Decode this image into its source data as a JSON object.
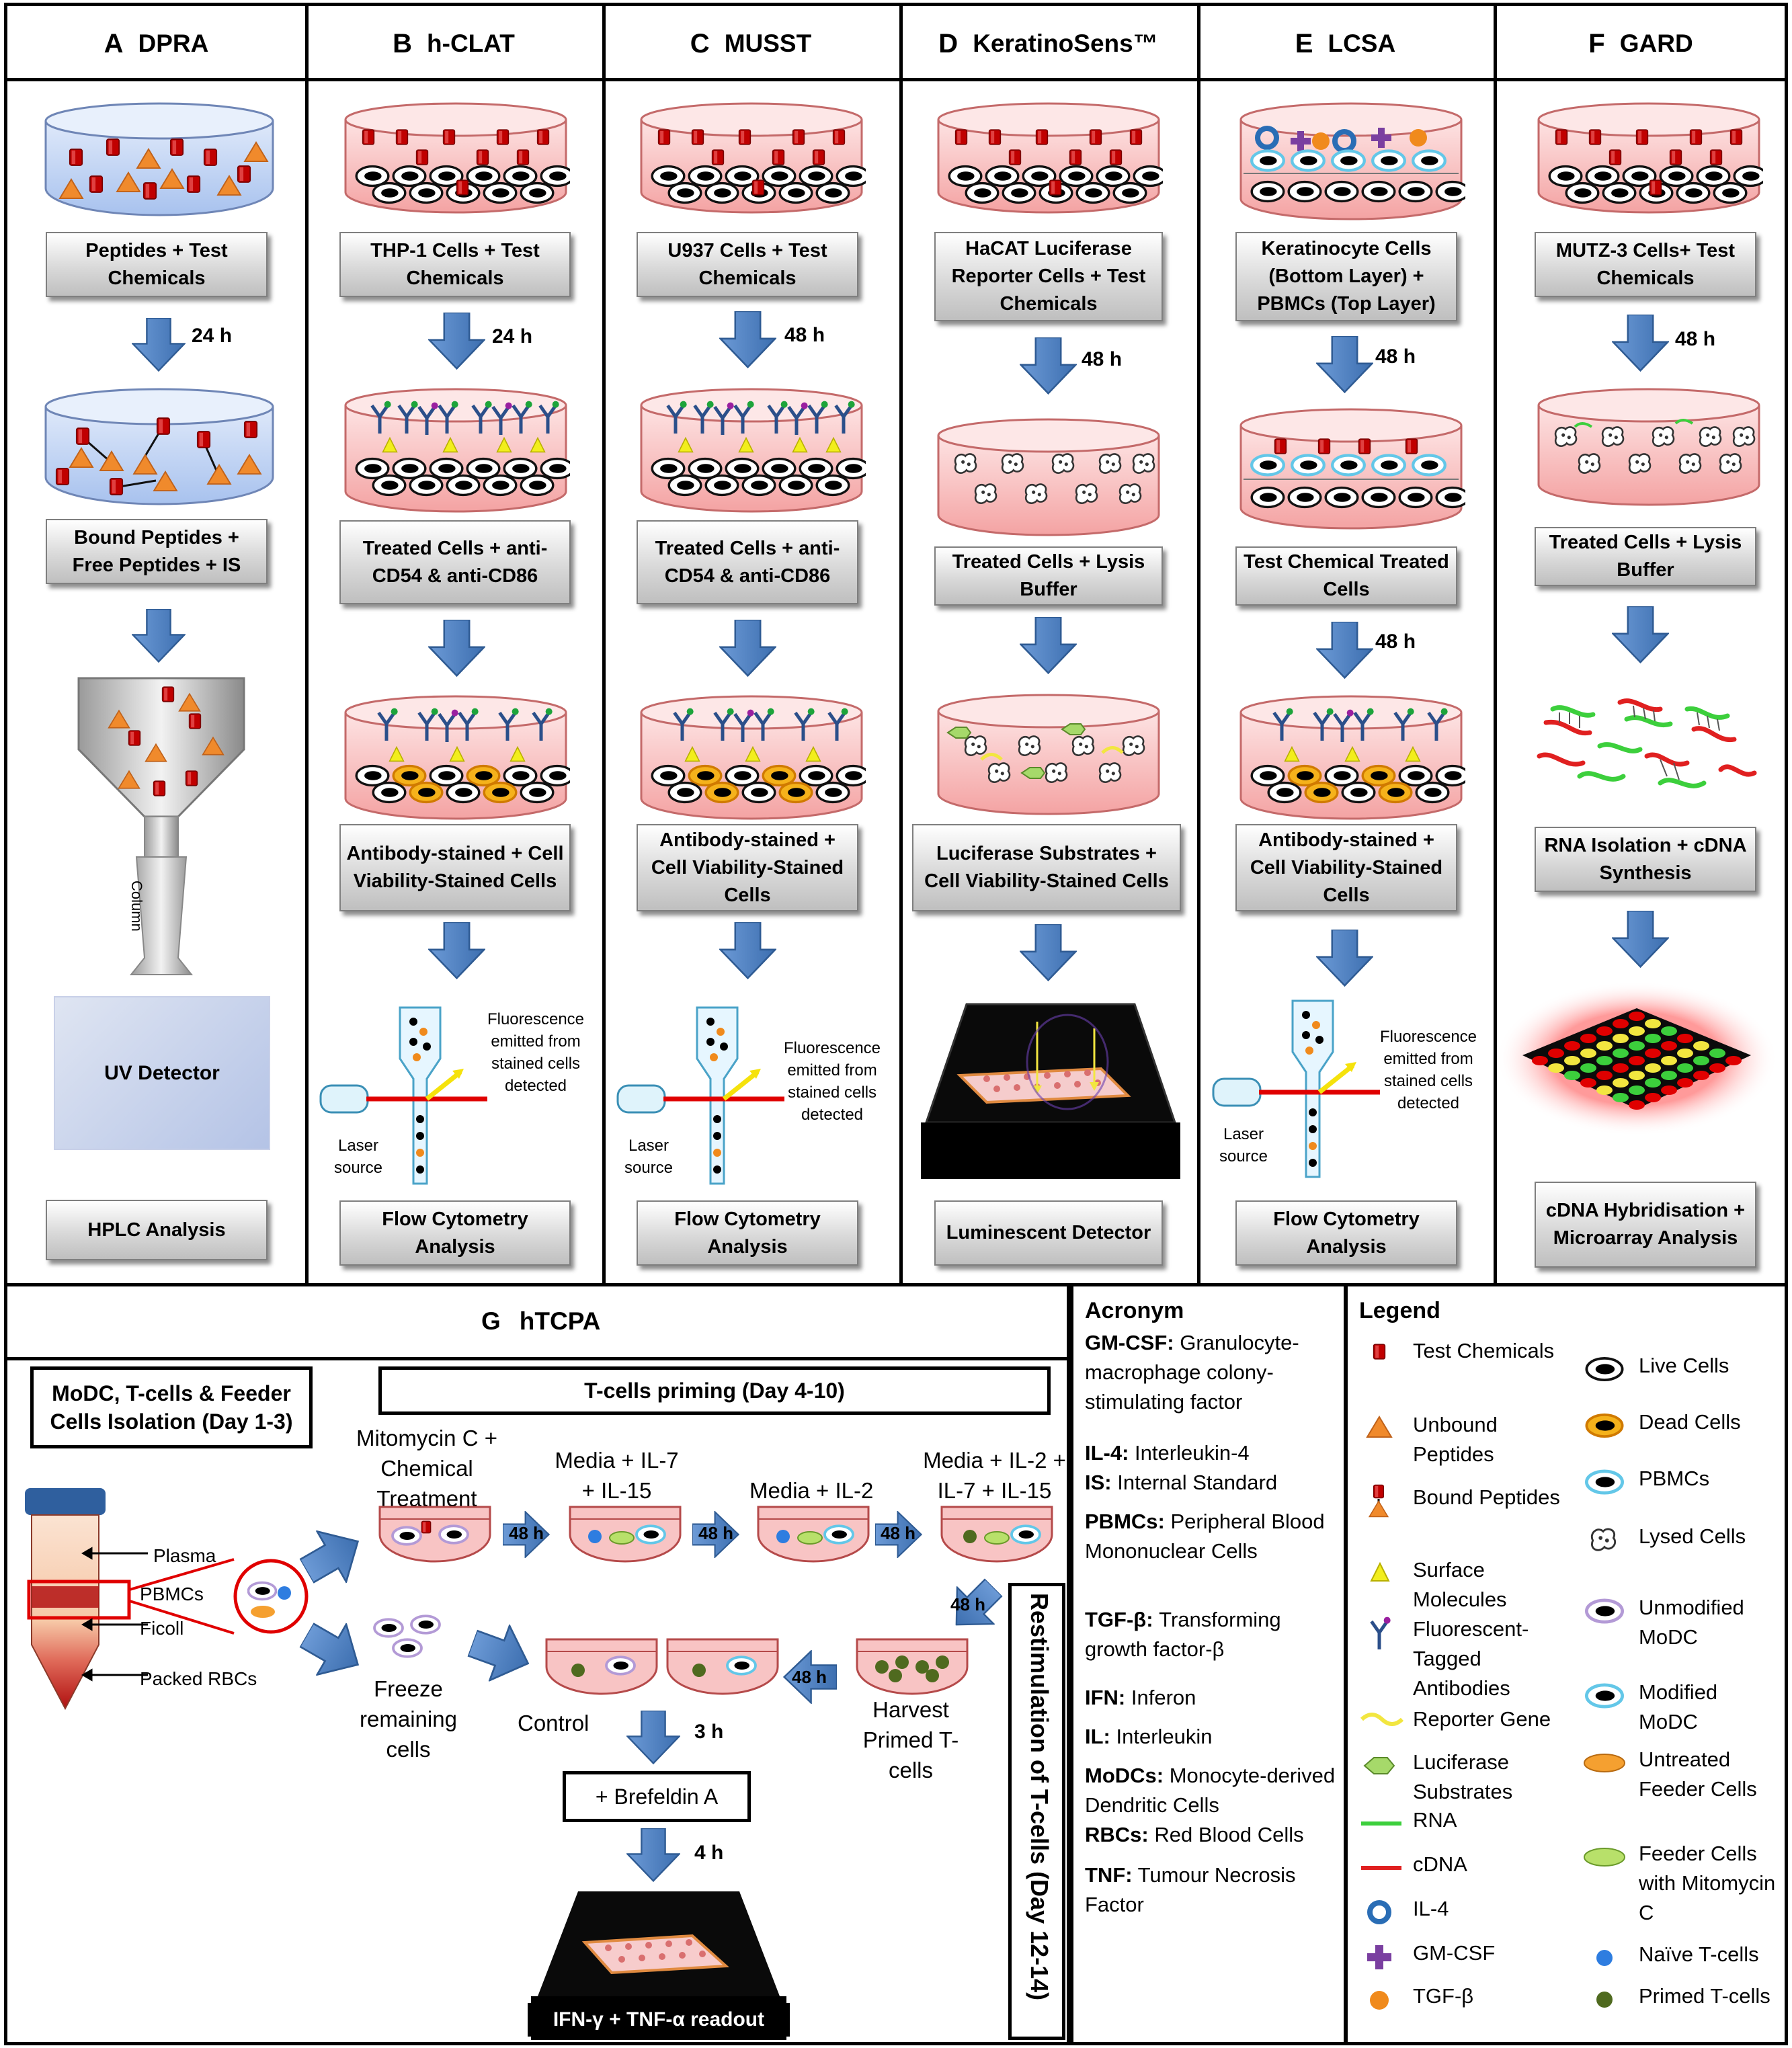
{
  "columns": [
    {
      "letter": "A",
      "name": "DPRA"
    },
    {
      "letter": "B",
      "name": "h-CLAT"
    },
    {
      "letter": "C",
      "name": "MUSST"
    },
    {
      "letter": "D",
      "name": "KeratinoSens™"
    },
    {
      "letter": "E",
      "name": "LCSA"
    },
    {
      "letter": "F",
      "name": "GARD"
    }
  ],
  "col_a": {
    "box1": "Peptides + Test Chemicals",
    "time1": "24 h",
    "box2": "Bound Peptides + Free Peptides + IS",
    "column_label": "Column",
    "uv_detector": "UV Detector",
    "box3": "HPLC Analysis"
  },
  "col_b": {
    "box1": "THP-1 Cells + Test Chemicals",
    "time1": "24 h",
    "box2": "Treated Cells + anti-CD54 & anti-CD86",
    "box3": "Antibody-stained + Cell Viability-Stained Cells",
    "fluor": "Fluorescence emitted from stained cells detected",
    "laser": "Laser source",
    "box4": "Flow Cytometry Analysis"
  },
  "col_c": {
    "box1": "U937 Cells + Test Chemicals",
    "time1": "48 h",
    "box2": "Treated Cells + anti-CD54 & anti-CD86",
    "box3": "Antibody-stained + Cell Viability-Stained Cells",
    "fluor": "Fluorescence emitted from stained cells detected",
    "laser": "Laser source",
    "box4": "Flow Cytometry Analysis"
  },
  "col_d": {
    "box1": "HaCAT Luciferase Reporter Cells + Test Chemicals",
    "time1": "48 h",
    "box2": "Treated Cells + Lysis Buffer",
    "box3": "Luciferase Substrates + Cell Viability-Stained Cells",
    "box4": "Luminescent Detector"
  },
  "col_e": {
    "box1": "Keratinocyte Cells (Bottom Layer) + PBMCs (Top Layer)",
    "time1": "48 h",
    "box2": "Test Chemical Treated Cells",
    "time2": "48 h",
    "box3": "Antibody-stained + Cell Viability-Stained Cells",
    "fluor": "Fluorescence emitted from stained cells detected",
    "laser": "Laser source",
    "box4": "Flow Cytometry Analysis"
  },
  "col_f": {
    "box1": "MUTZ-3 Cells+ Test Chemicals",
    "time1": "48 h",
    "box2": "Treated Cells + Lysis Buffer",
    "box3": "RNA Isolation + cDNA Synthesis",
    "box4": "cDNA Hybridisation + Microarray Analysis"
  },
  "g": {
    "letter": "G",
    "name": "hTCPA",
    "isolation": "MoDC, T-cells & Feeder Cells Isolation (Day 1-3)",
    "priming": "T-cells priming (Day 4-10)",
    "restim": "Restimulation of T-cells (Day 12-14)",
    "tube_plasma": "Plasma",
    "tube_pbmcs": "PBMCs",
    "tube_ficoll": "Ficoll",
    "tube_rbcs": "Packed RBCs",
    "mitomycin": "Mitomycin C + Chemical Treatment",
    "media1": "Media + IL-7 + IL-15",
    "media2": "Media + IL-2",
    "media3": "Media + IL-2 + IL-7 + IL-15",
    "t48": "48 h",
    "freeze": "Freeze remaining cells",
    "control": "Control",
    "harvest": "Harvest Primed T-cells",
    "t3": "3 h",
    "brefeldin": "+ Brefeldin  A",
    "t4": "4 h",
    "readout": "IFN-γ + TNF-α readout"
  },
  "acronym": {
    "title": "Acronym",
    "items": [
      {
        "k": "GM-CSF:",
        "v": " Granulocyte-macrophage colony-stimulating factor"
      },
      {
        "k": "IL-4:",
        "v": " Interleukin-4"
      },
      {
        "k": "IS:",
        "v": " Internal Standard"
      },
      {
        "k": "PBMCs:",
        "v": " Peripheral Blood Mononuclear Cells"
      },
      {
        "k": "TGF-β:",
        "v": " Transforming growth factor-β"
      },
      {
        "k": "IFN:",
        "v": " Inferon"
      },
      {
        "k": "IL:",
        "v": " Interleukin"
      },
      {
        "k": "MoDCs:",
        "v": " Monocyte-derived Dendritic Cells"
      },
      {
        "k": "RBCs:",
        "v": " Red Blood Cells"
      },
      {
        "k": "TNF:",
        "v": " Tumour Necrosis Factor"
      }
    ]
  },
  "legend": {
    "title": "Legend",
    "left": [
      "Test Chemicals",
      "Unbound Peptides",
      "Bound Peptides",
      "Surface Molecules",
      "Fluorescent-Tagged Antibodies",
      "Reporter Gene",
      "Luciferase Substrates",
      "RNA",
      "cDNA",
      "IL-4",
      "GM-CSF",
      "TGF-β"
    ],
    "right": [
      "Live Cells",
      "Dead Cells",
      "PBMCs",
      "Lysed Cells",
      "Unmodified MoDC",
      "Modified MoDC",
      "Untreated Feeder Cells",
      "Feeder Cells with Mitomycin C",
      "Naïve T-cells",
      "Primed T-cells"
    ]
  },
  "colors": {
    "dish_pink": "#f8b4b4",
    "dish_blue": "#b9cff3",
    "arrow_blue": "#4a7fc1",
    "chem_red": "#c00000",
    "peptide_orange": "#e88a2e"
  }
}
